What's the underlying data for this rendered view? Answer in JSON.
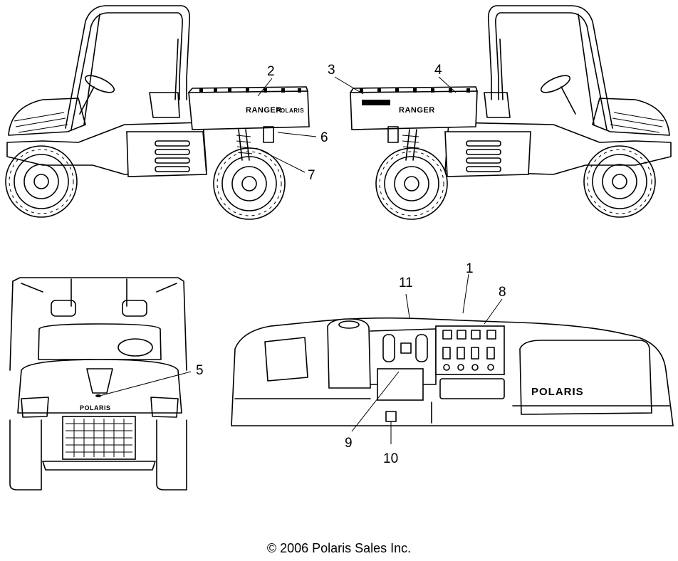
{
  "callouts": {
    "c1": "1",
    "c2": "2",
    "c3": "3",
    "c4": "4",
    "c5": "5",
    "c6": "6",
    "c7": "7",
    "c8": "8",
    "c9": "9",
    "c10": "10",
    "c11": "11"
  },
  "decals": {
    "ranger_left": "RANGER",
    "polaris_left": "POLARIS",
    "ranger_right": "RANGER",
    "polaris_front": "POLARIS",
    "polaris_dash": "POLARIS"
  },
  "footer": {
    "copyright": "© 2006 Polaris Sales Inc."
  },
  "colors": {
    "line": "#000000",
    "background": "#ffffff"
  }
}
